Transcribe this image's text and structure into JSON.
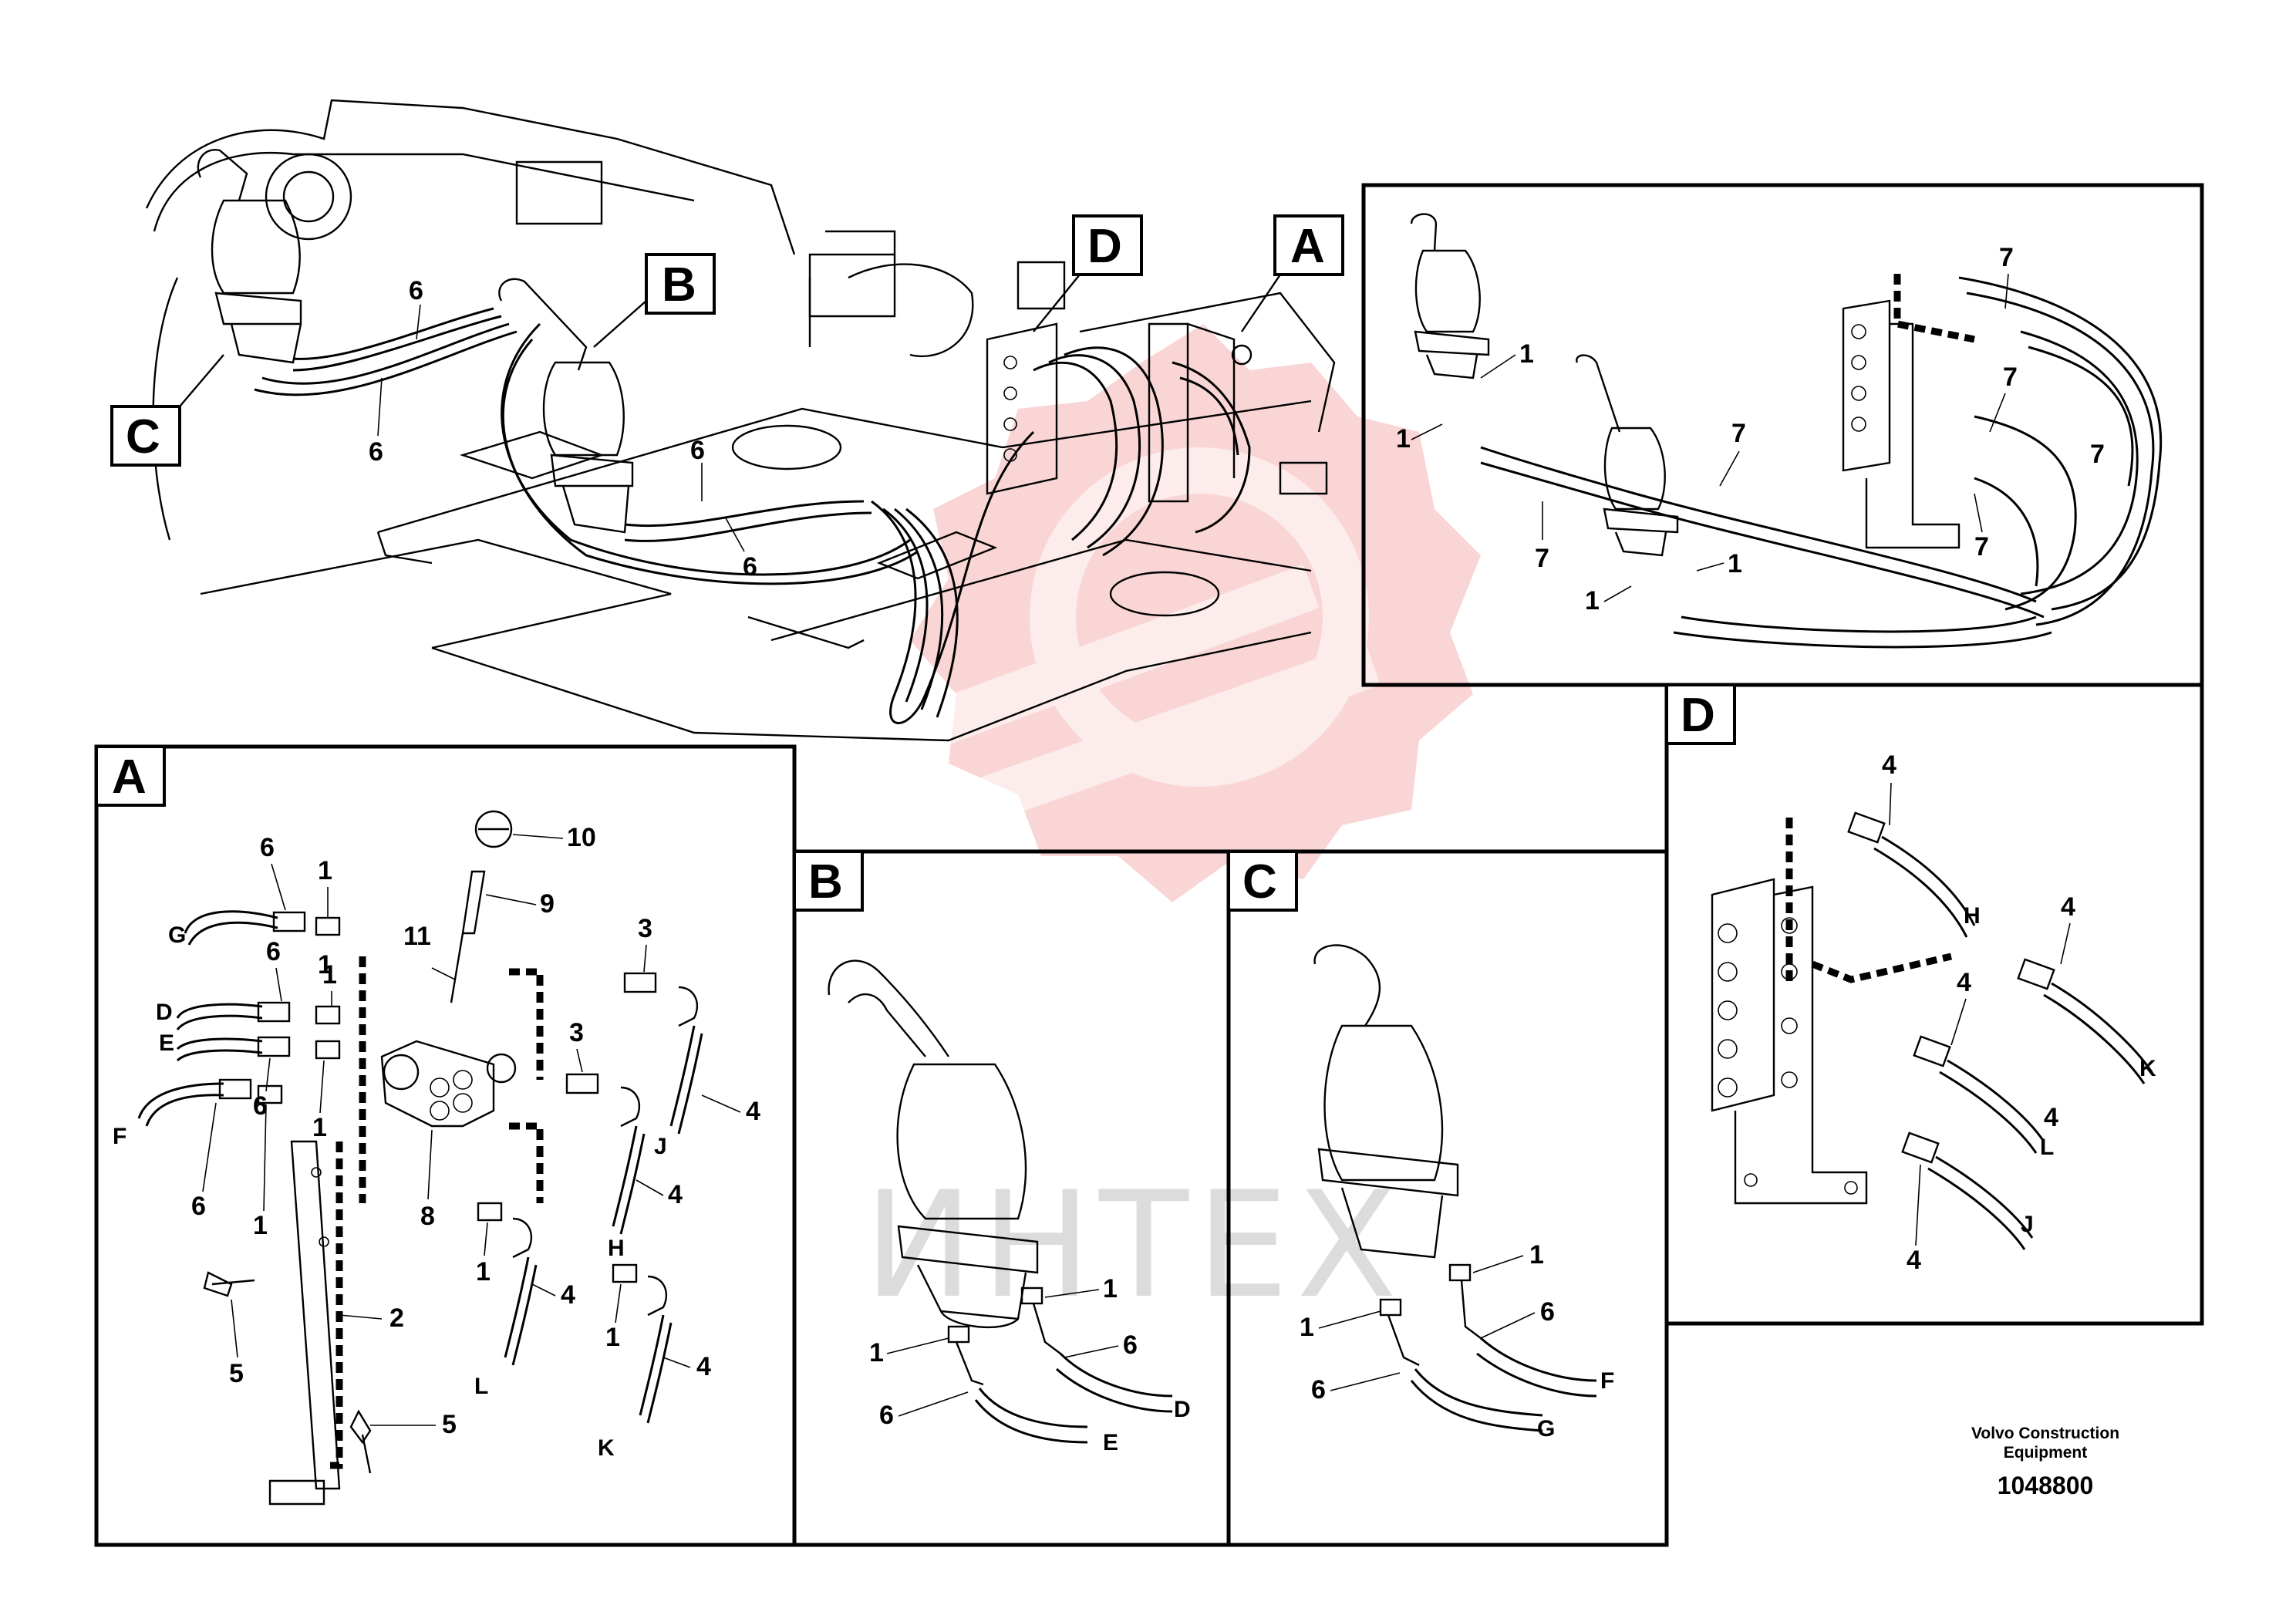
{
  "views": {
    "main": {
      "labels": [
        "A",
        "B",
        "C",
        "D"
      ],
      "callouts": [
        "6",
        "6",
        "6",
        "6"
      ]
    },
    "detail_top": {
      "callouts": [
        "1",
        "1",
        "1",
        "1",
        "7",
        "7",
        "7",
        "7",
        "7",
        "7"
      ]
    },
    "detail_A": {
      "label": "A",
      "callouts": [
        "1",
        "1",
        "1",
        "1",
        "1",
        "1",
        "1",
        "2",
        "3",
        "3",
        "4",
        "4",
        "4",
        "4",
        "5",
        "5",
        "6",
        "6",
        "6",
        "6",
        "8",
        "9",
        "10",
        "11"
      ],
      "letters": [
        "G",
        "D",
        "E",
        "F",
        "H",
        "J",
        "L",
        "K"
      ]
    },
    "detail_B": {
      "label": "B",
      "callouts": [
        "1",
        "1",
        "6",
        "6"
      ],
      "letters": [
        "D",
        "E"
      ]
    },
    "detail_C": {
      "label": "C",
      "callouts": [
        "1",
        "1",
        "6",
        "6"
      ],
      "letters": [
        "F",
        "G"
      ]
    },
    "detail_D": {
      "label": "D",
      "callouts": [
        "4",
        "4",
        "4",
        "4",
        "4"
      ],
      "letters": [
        "H",
        "K",
        "L",
        "J"
      ]
    }
  },
  "watermark": {
    "text": "ИНТЕХ",
    "color": "#f5b3b3",
    "text_color": "#dcdcdc"
  },
  "credit": {
    "line1": "Volvo Construction",
    "line2": "Equipment"
  },
  "part_number": "1048800"
}
